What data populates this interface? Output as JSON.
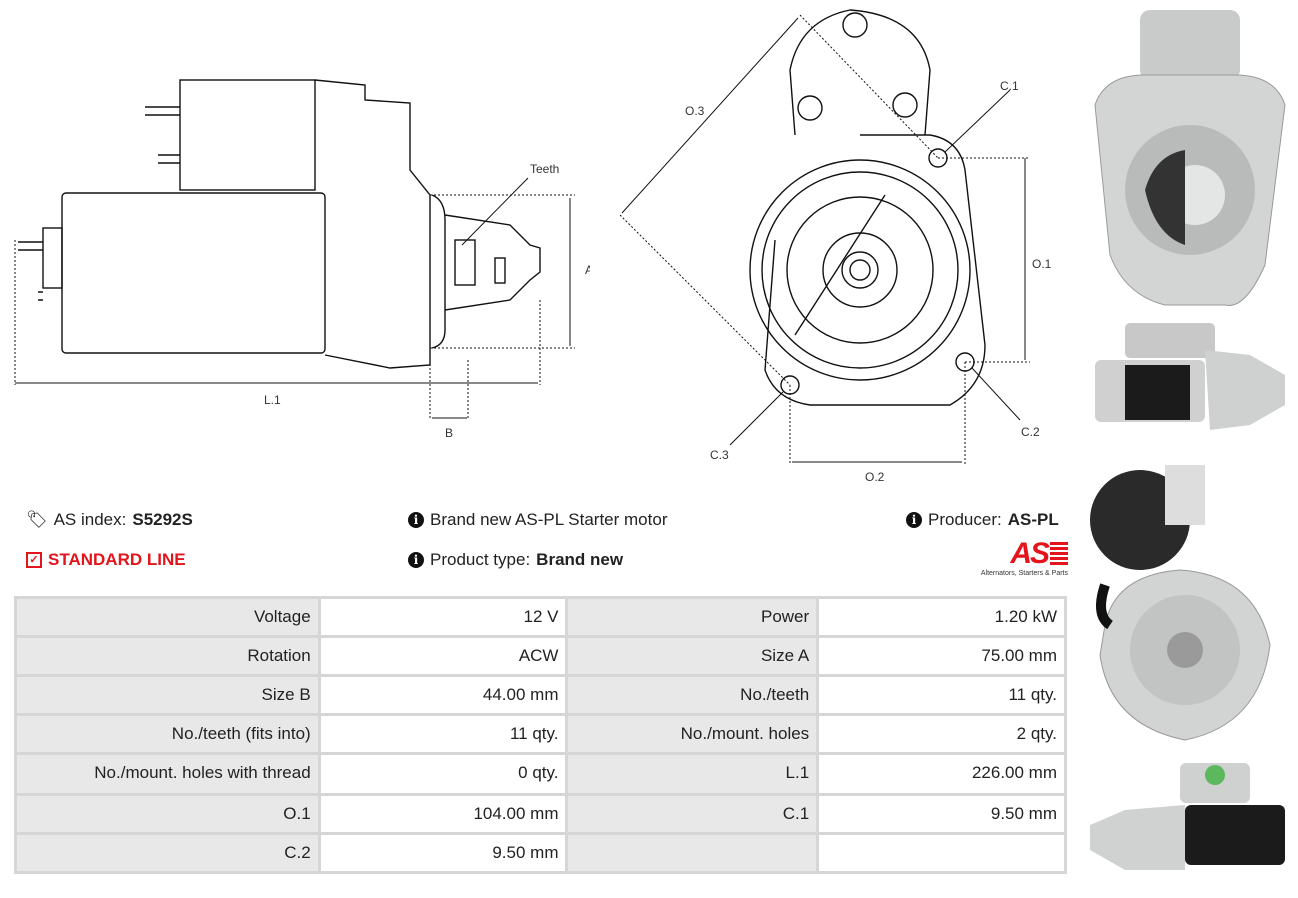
{
  "drawing": {
    "teeth_label": "Teeth",
    "dim_a": "A",
    "dim_b": "B",
    "dim_l1": "L.1",
    "dim_o1": "O.1",
    "dim_o2": "O.2",
    "dim_o3": "O.3",
    "dim_c1": "C.1",
    "dim_c2": "C.2",
    "dim_c3": "C.3"
  },
  "info": {
    "index_label": "AS index:",
    "index_value": "S5292S",
    "line_label": "STANDARD LINE",
    "description": "Brand new AS-PL Starter motor",
    "type_label": "Product type:",
    "type_value": "Brand new",
    "producer_label": "Producer:",
    "producer_value": "AS-PL",
    "logo_text": "AS",
    "logo_tagline": "Alternators, Starters & Parts"
  },
  "colors": {
    "accent": "#e3141b"
  },
  "specs": [
    [
      "Voltage",
      "12 V",
      "Power",
      "1.20 kW"
    ],
    [
      "Rotation",
      "ACW",
      "Size A",
      "75.00 mm"
    ],
    [
      "Size B",
      "44.00 mm",
      "No./teeth",
      "11 qty."
    ],
    [
      "No./teeth (fits into)",
      "11 qty.",
      "No./mount. holes",
      "2 qty."
    ],
    [
      "No./mount. holes with thread",
      "0 qty.",
      "L.1",
      "226.00 mm"
    ],
    [
      "O.1",
      "104.00 mm",
      "C.1",
      "9.50 mm"
    ],
    [
      "C.2",
      "9.50 mm",
      "",
      ""
    ]
  ]
}
